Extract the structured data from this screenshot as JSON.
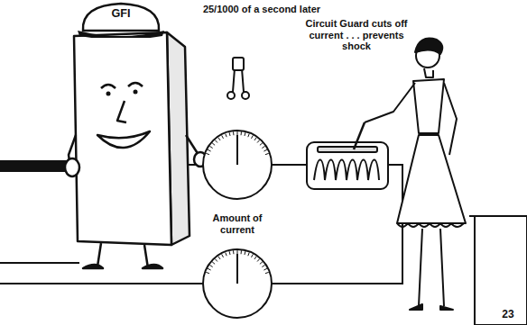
{
  "diagram": {
    "nodes": [
      {
        "text": [
          "GFI"
        ]
      }
    ],
    "labels": [
      "25/1000 of a second later",
      "Circuit Guard cuts off current . . . prevents shock",
      "Amount of current",
      "23"
    ]
  }
}
